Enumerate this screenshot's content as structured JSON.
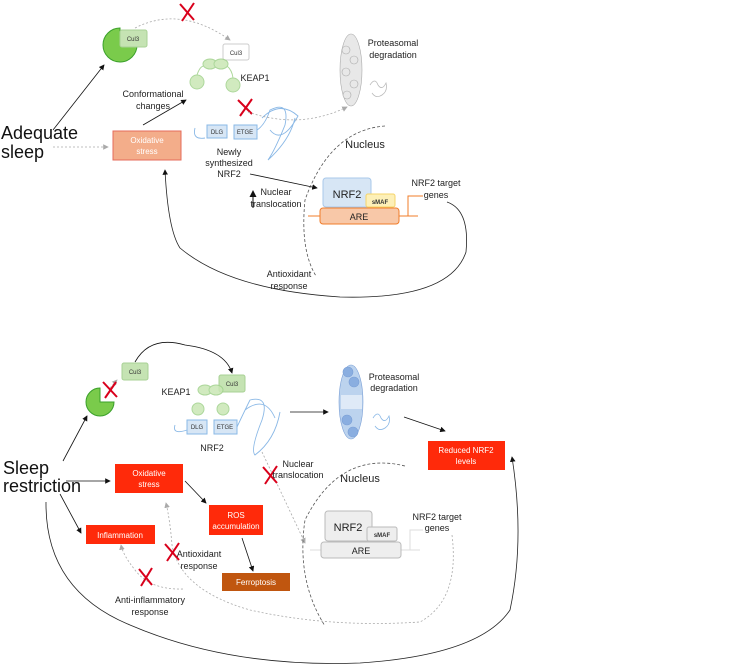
{
  "colors": {
    "red_box": "#ff2a0a",
    "peach_box": "#f3ad8a",
    "ferroptosis": "#c0560f",
    "nrf2_blue": "#d7e6f5",
    "smaf_yellow": "#fdf0b8",
    "are_orange": "#f8c8a8",
    "keap_green": "#c9e7b5",
    "cul3_green": "#c5e3b3",
    "pacman_green": "#7acb4b",
    "x_red": "#d9001b"
  },
  "top": {
    "condition": [
      "Adequate",
      "sleep"
    ],
    "cul3_bound": "Cul3",
    "cul3_free": "Cul3",
    "keap1": "KEAP1",
    "conformational": [
      "Conformational",
      "changes"
    ],
    "oxidative_stress": [
      "Oxidative",
      "stress"
    ],
    "dlg": "DLG",
    "etge": "ETGE",
    "newly_nrf2": [
      "Newly",
      "synthesized",
      "NRF2"
    ],
    "proteasomal": [
      "Proteasomal",
      "degradation"
    ],
    "nuclear_translocation": [
      "Nuclear",
      "translocation"
    ],
    "nucleus": "Nucleus",
    "nrf2": "NRF2",
    "smaf": "sMAF",
    "are": "ARE",
    "target_genes": [
      "NRF2 target",
      "genes"
    ],
    "antioxidant": [
      "Antioxidant",
      "response"
    ]
  },
  "bottom": {
    "condition": [
      "Sleep",
      "restriction"
    ],
    "cul3_free": "Cul3",
    "cul3_bound": "Cul3",
    "keap1": "KEAP1",
    "dlg": "DLG",
    "etge": "ETGE",
    "nrf2_label": "NRF2",
    "proteasomal": [
      "Proteasomal",
      "degradation"
    ],
    "reduced": [
      "Reduced NRF2",
      "levels"
    ],
    "oxidative_stress": [
      "Oxidative",
      "stress"
    ],
    "ros": [
      "ROS",
      "accumulation"
    ],
    "inflammation": "Inflammation",
    "ferroptosis": "Ferroptosis",
    "nuclear_translocation": [
      "Nuclear",
      "translocation"
    ],
    "nucleus": "Nucleus",
    "nrf2": "NRF2",
    "smaf": "sMAF",
    "are": "ARE",
    "target_genes": [
      "NRF2 target",
      "genes"
    ],
    "antioxidant": [
      "Antioxidant",
      "response"
    ],
    "anti_inflammatory": [
      "Anti-inflammatory",
      "response"
    ]
  }
}
